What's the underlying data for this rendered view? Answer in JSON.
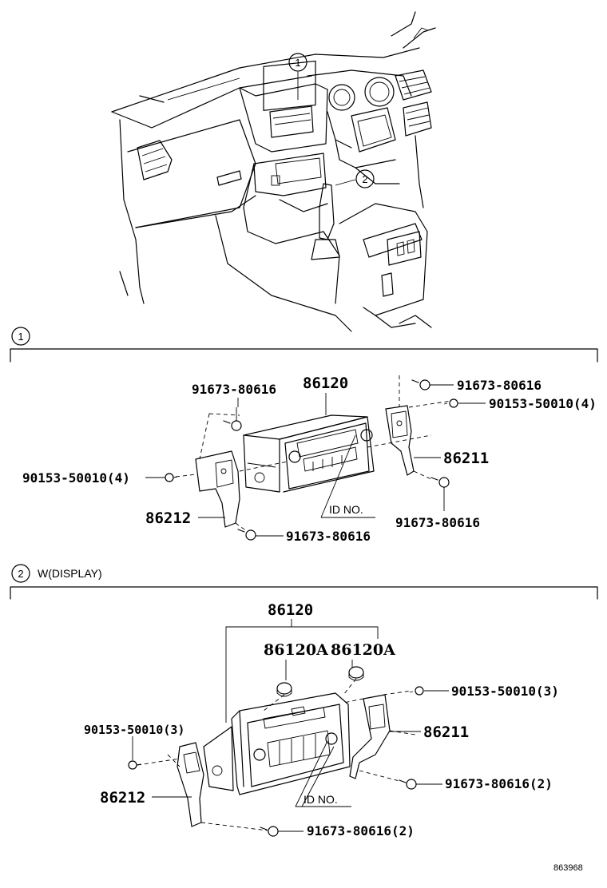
{
  "overview": {
    "callout_1": "1",
    "callout_2": "2"
  },
  "section1": {
    "marker": "1",
    "label_86120": "86120",
    "bolt_top_left": "91673-80616",
    "bolt_top_right": "91673-80616",
    "screw_right": "90153-50010(4)",
    "bracket_right": "86211",
    "screw_left": "90153-50010(4)",
    "bracket_left": "86212",
    "bolt_bottom_right": "91673-80616",
    "bolt_bottom_left": "91673-80616",
    "id_no": "ID NO."
  },
  "section2": {
    "marker": "2",
    "title": "W(DISPLAY)",
    "label_86120": "86120",
    "knob_a_left": "86120A",
    "knob_a_right": "86120A",
    "screw_right": "90153-50010(3)",
    "bracket_right": "86211",
    "screw_left": "90153-50010(3)",
    "bolt_right": "91673-80616(2)",
    "bracket_left": "86212",
    "bolt_bottom": "91673-80616(2)",
    "id_no": "ID NO."
  },
  "footer_code": "863968"
}
